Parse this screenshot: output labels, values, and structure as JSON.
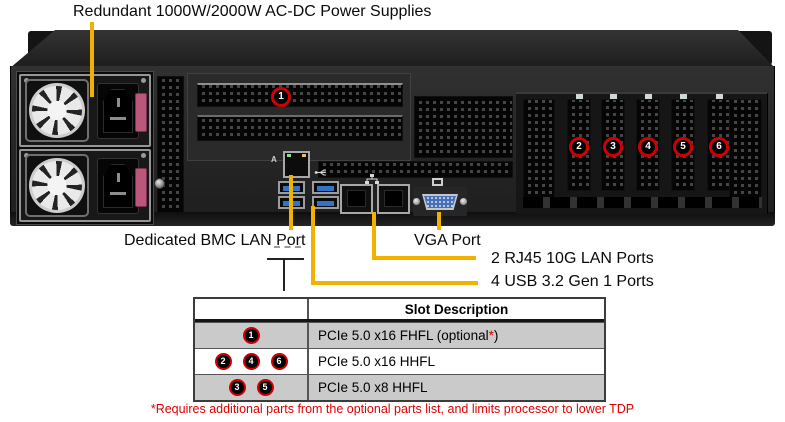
{
  "title": "Redundant 1000W/2000W AC-DC Power Supplies",
  "callouts": {
    "bmc_lan": "Dedicated BMC LAN Port",
    "vga": "VGA Port",
    "lan": "2 RJ45 10G LAN Ports",
    "usb": "4 USB 3.2 Gen 1 Ports"
  },
  "chassis_badges": [
    "1",
    "2",
    "3",
    "4",
    "5",
    "6"
  ],
  "port_markings": {
    "bmc_a": "A"
  },
  "icons": {
    "usb": "usb-trident-icon",
    "lan": "network-icon",
    "vga": "monitor-icon"
  },
  "table": {
    "header": "Slot Description",
    "rows": [
      {
        "badges": [
          "1"
        ],
        "desc": "PCIe 5.0 x16 FHFL (optional",
        "star": "*",
        "desc_end": ")"
      },
      {
        "badges": [
          "2",
          "4",
          "6"
        ],
        "desc": "PCIe 5.0 x16 HHFL",
        "star": "",
        "desc_end": ""
      },
      {
        "badges": [
          "3",
          "5"
        ],
        "desc": "PCIe 5.0 x8 HHFL",
        "star": "",
        "desc_end": ""
      }
    ]
  },
  "footnote": "*Requires additional parts from the optional parts list, and limits processor to lower TDP",
  "colors": {
    "callout_line": "#F0B100",
    "badge_ring": "#CE0000",
    "footnote_red": "#E00000",
    "table_row_gray": "#CACACA"
  }
}
